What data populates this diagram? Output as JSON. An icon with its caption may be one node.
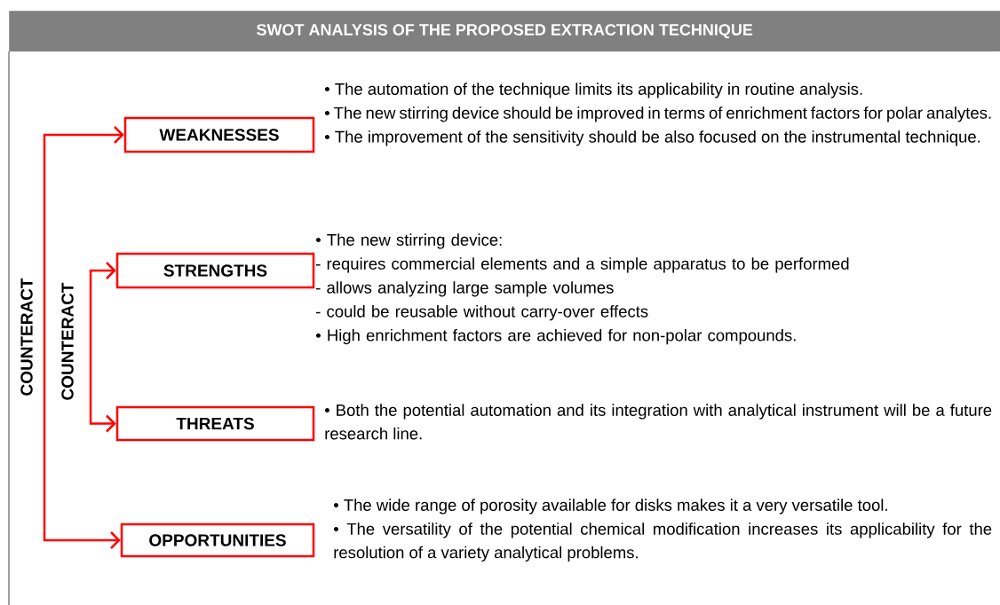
{
  "diagram": {
    "title": "SWOT ANALYSIS OF THE PROPOSED EXTRACTION TECHNIQUE",
    "nodes": [
      {
        "text": [
          "WEAKNESSES"
        ],
        "beside": [
          "• The automation of the technique limits its applicability in routine analysis.",
          "• The new stirring device should be improved in terms of enrichment factors for polar analytes.",
          "• The improvement of the sensitivity should be also focused on the instrumental technique."
        ]
      },
      {
        "text": [
          "STRENGTHS"
        ],
        "beside": [
          "• The new stirring device:",
          "- requires commercial elements and a simple apparatus to be performed",
          "- allows analyzing large sample volumes",
          "- could be reusable without carry-over effects",
          "• High enrichment factors are achieved for non-polar compounds."
        ]
      },
      {
        "text": [
          "THREATS"
        ],
        "beside": [
          "• Both the potential automation and its integration with analytical instrument will be a future research line."
        ]
      },
      {
        "text": [
          "OPPORTUNITIES"
        ],
        "beside": [
          "• The wide range of porosity available for disks makes it a very versatile tool.",
          "• The versatility of the potential chemical modification increases its applicability for the resolution of a variety analytical problems."
        ]
      }
    ],
    "edges": [
      {
        "from": 0,
        "to": 3,
        "arrow": "both",
        "label": "COUNTERACT"
      },
      {
        "from": 1,
        "to": 2,
        "arrow": "both",
        "label": "COUNTERACT"
      }
    ]
  }
}
